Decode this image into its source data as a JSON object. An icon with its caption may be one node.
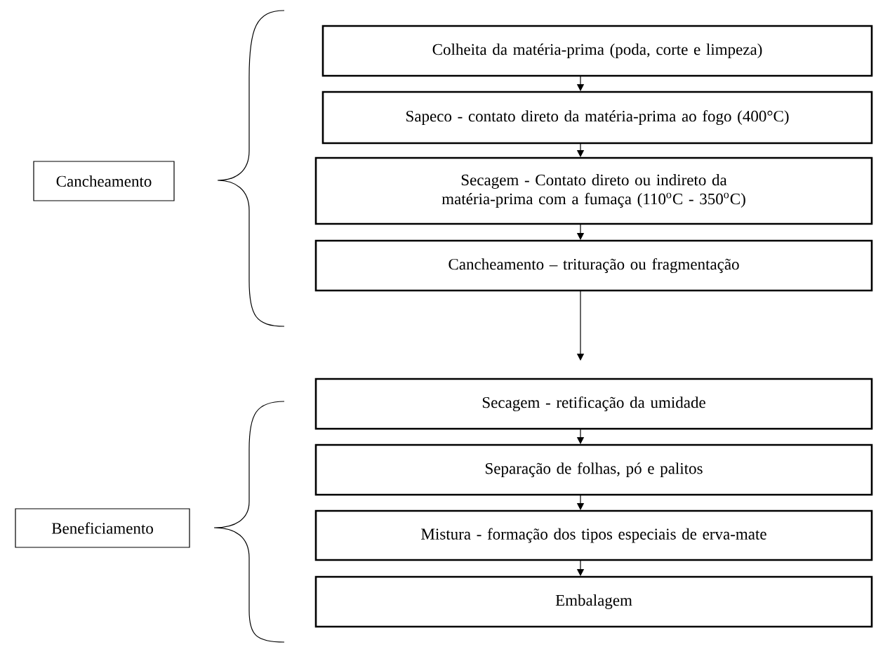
{
  "diagram": {
    "nodes": [
      {
        "text": [
          "Colheita da matéria-prima (poda, corte e limpeza)"
        ]
      },
      {
        "text": [
          "Sapeco - contato direto da matéria-prima ao fogo (400°C)"
        ]
      },
      {
        "text": [
          "Secagem - Contato direto ou indireto da matéria-prima com a fumaça (110$^{o}$C - 350$^{o}$C)"
        ]
      },
      {
        "text": [
          "Cancheamento – trituração ou fragmentação"
        ]
      },
      {
        "text": [
          "Cancheamento"
        ]
      },
      {
        "text": [
          "Secagem - retificação da umidade"
        ]
      },
      {
        "text": [
          "Separação de folhas, pó e palitos"
        ]
      },
      {
        "text": [
          "Mistura - formação dos tipos especiais de erva-mate"
        ]
      },
      {
        "text": [
          "Embalagem"
        ]
      },
      {
        "text": [
          "Beneficiamento"
        ]
      }
    ],
    "edges": [
      {
        "from": 0,
        "to": 1,
        "arrow": "to"
      },
      {
        "from": 1,
        "to": 2,
        "arrow": "to"
      },
      {
        "from": 2,
        "to": 3,
        "arrow": "to"
      },
      {
        "from": 3,
        "to": 5,
        "arrow": "to"
      },
      {
        "from": 5,
        "to": 6,
        "arrow": "to"
      },
      {
        "from": 6,
        "to": 7,
        "arrow": "to"
      },
      {
        "from": 7,
        "to": 8,
        "arrow": "to"
      }
    ]
  }
}
